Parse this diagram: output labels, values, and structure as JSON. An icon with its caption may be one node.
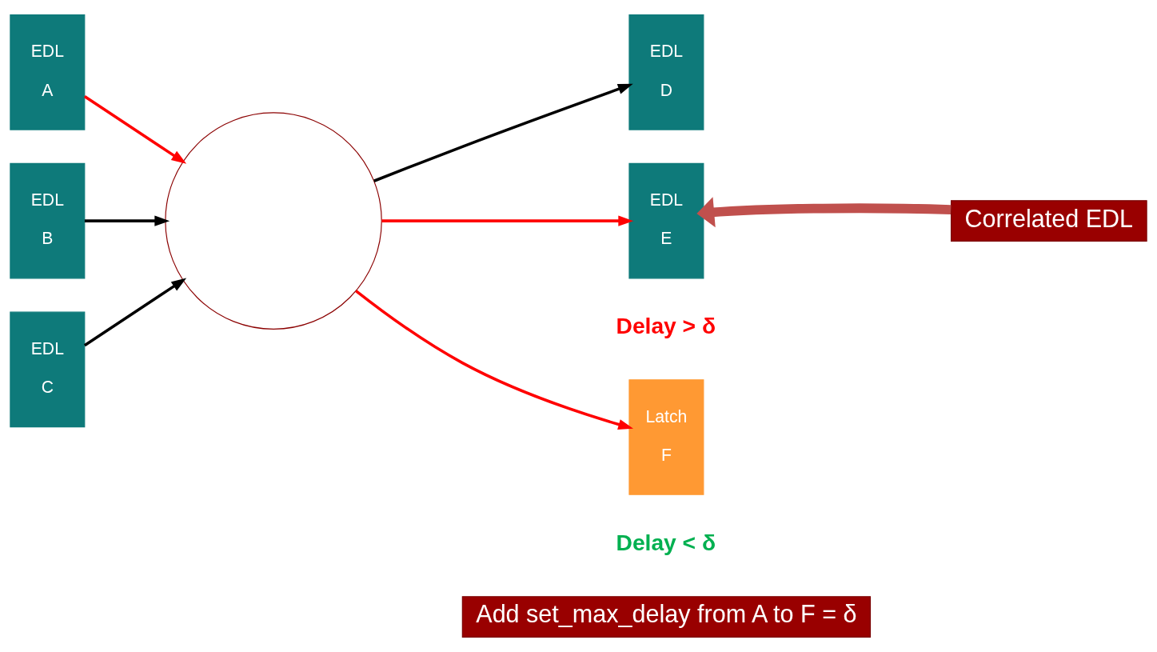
{
  "diagram": {
    "nodes": [
      {
        "text": [
          "EDL",
          "A"
        ]
      },
      {
        "text": [
          "EDL",
          "B"
        ]
      },
      {
        "text": [
          "EDL",
          "C"
        ]
      },
      {
        "text": [],
        "shape": "cloud"
      },
      {
        "text": [
          "EDL",
          "D"
        ]
      },
      {
        "text": [
          "EDL",
          "E"
        ]
      },
      {
        "text": [
          "Latch",
          "F"
        ]
      },
      {
        "text": [
          "Correlated EDL"
        ]
      },
      {
        "text": [
          "Add set_max_delay from A to F = δ"
        ]
      }
    ],
    "edges": [
      {
        "from": 0,
        "to": 3,
        "arrow": "to",
        "color": "#ff0000"
      },
      {
        "from": 1,
        "to": 3,
        "arrow": "to",
        "color": "#000000"
      },
      {
        "from": 2,
        "to": 3,
        "arrow": "to",
        "color": "#000000"
      },
      {
        "from": 3,
        "to": 4,
        "arrow": "to",
        "color": "#000000"
      },
      {
        "from": 3,
        "to": 5,
        "arrow": "to",
        "color": "#ff0000"
      },
      {
        "from": 3,
        "to": 6,
        "arrow": "to",
        "color": "#ff0000"
      },
      {
        "from": 7,
        "to": 5,
        "arrow": "to",
        "style": "thick",
        "color": "#c0504d"
      }
    ],
    "labels": [
      "Delay > δ",
      "Delay < δ"
    ]
  }
}
